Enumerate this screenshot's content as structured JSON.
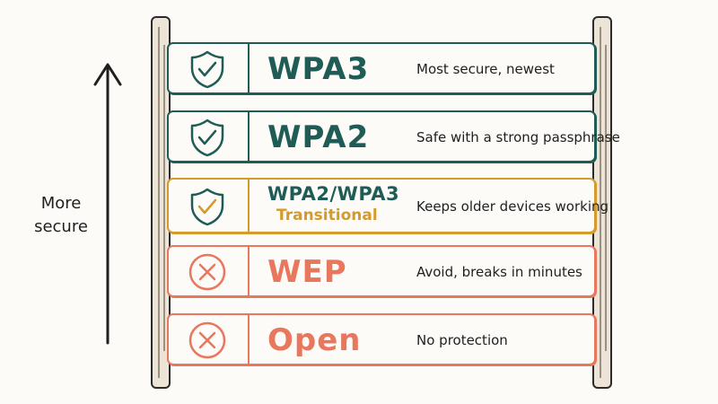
{
  "axis": {
    "label_line1": "More",
    "label_line2": "secure"
  },
  "rungs": [
    {
      "name": "WPA3",
      "description": "Most secure, newest",
      "status": "secure",
      "icon": "shield-check-icon"
    },
    {
      "name": "WPA2",
      "description": "Safe with a strong passphrase",
      "status": "secure",
      "icon": "shield-check-icon"
    },
    {
      "name": "WPA2/WPA3",
      "subtitle": "Transitional",
      "description": "Keeps older devices working",
      "status": "transitional",
      "icon": "shield-check-icon"
    },
    {
      "name": "WEP",
      "description": "Avoid, breaks in minutes",
      "status": "insecure",
      "icon": "x-circle-icon"
    },
    {
      "name": "Open",
      "description": "No protection",
      "status": "insecure",
      "icon": "x-circle-icon"
    }
  ],
  "colors": {
    "secure": "#1f5c55",
    "transitional": "#d49a2a",
    "insecure": "#e8775e",
    "ink": "#1f1f1f"
  }
}
